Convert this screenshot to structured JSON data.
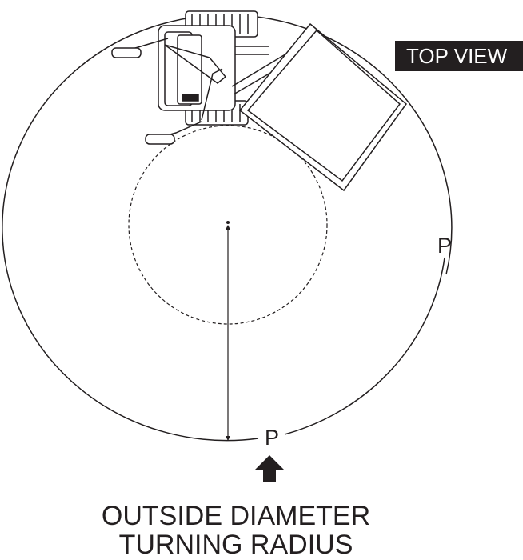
{
  "view_label": "TOP VIEW",
  "point_labels": {
    "side": "P",
    "bottom": "P"
  },
  "caption": {
    "line1": "OUTSIDE DIAMETER",
    "line2": "TURNING RADIUS"
  },
  "colors": {
    "ink": "#231f20",
    "badge_bg": "#231f20",
    "badge_text": "#ffffff"
  }
}
